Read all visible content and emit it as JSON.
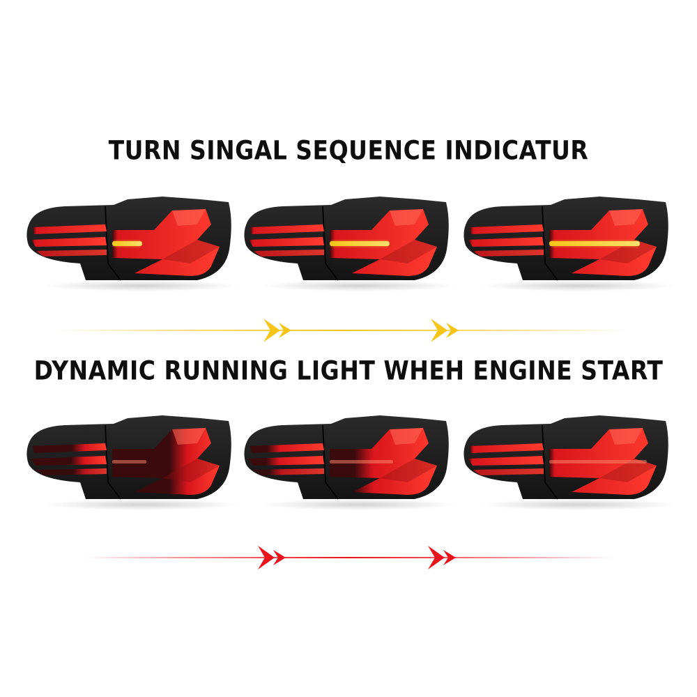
{
  "headings": {
    "turn_signal": "TURN SINGAL SEQUENCE INDICATUR",
    "running_light": "DYNAMIC RUNNING LIGHT WHEH ENGINE START"
  },
  "colors": {
    "lens_red": "#d8161c",
    "lens_red_bright": "#ff3b2f",
    "housing": "#141414",
    "amber": "#f5c518",
    "amber_light": "#ffe98a",
    "divider_red": "#e8131b",
    "text": "#0e0e0e"
  },
  "rows": [
    {
      "name": "turn-signal",
      "lamps": [
        {
          "state": "turn-step-1",
          "amber_fill": 0.33
        },
        {
          "state": "turn-step-2",
          "amber_fill": 0.66
        },
        {
          "state": "turn-step-3",
          "amber_fill": 1.0
        }
      ]
    },
    {
      "name": "running-light",
      "lamps": [
        {
          "state": "start-step-1",
          "red_fill": 0.35
        },
        {
          "state": "start-step-2",
          "red_fill": 0.65
        },
        {
          "state": "start-step-3",
          "red_fill": 1.0
        }
      ]
    }
  ]
}
